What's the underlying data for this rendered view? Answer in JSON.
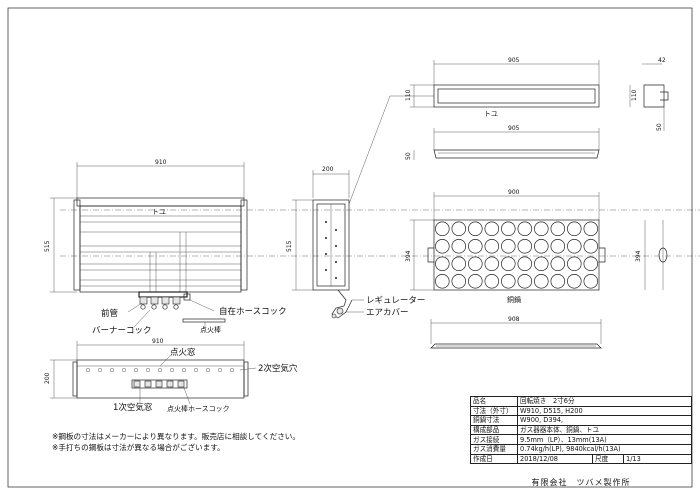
{
  "drawing": {
    "front_view": {
      "width_dim": "910",
      "height_dim": "515",
      "tray_label": "トユ",
      "callouts": {
        "main_pipe": "前管",
        "burner_cock": "バーナーコック",
        "flex_hose_cock": "自在ホースコック",
        "igniter_rod": "点火棒"
      }
    },
    "side_view": {
      "width_dim": "200",
      "height_dim": "515",
      "callouts": {
        "regulator": "レギュレーター",
        "air_cover": "エアカバー"
      }
    },
    "top_view": {
      "width_dim": "910",
      "height_dim": "200",
      "callouts": {
        "ignition_window": "点火窓",
        "secondary_air_hole": "2次空気穴",
        "primary_air_window": "1次空気窓",
        "igniter_hose_cock": "点火棒ホースコック"
      }
    },
    "tray_detail": {
      "width_dim": "905",
      "height_dim": "110",
      "side_width": "42",
      "side_height": "110",
      "side_depth": "50",
      "label": "トユ"
    },
    "lid_detail": {
      "width_dim": "905",
      "height_dim": "50"
    },
    "plate_detail": {
      "width_dim": "900",
      "height_dim": "394",
      "side_height": "394",
      "label": "銅鍋",
      "rows": 4,
      "cols": 10
    },
    "pan_detail": {
      "width_dim": "908"
    }
  },
  "notes": [
    "※鋼板の寸法はメーカーにより異なります。販売店に相談してください。",
    "※手打ちの鋼板は寸法が異なる場合がございます。"
  ],
  "title_block": {
    "rows": [
      {
        "key": "品名",
        "value": "回転焼き　2寸6分"
      },
      {
        "key": "寸法（外寸）",
        "value": "W910, D515, H200"
      },
      {
        "key": "銅鍋寸法",
        "value": "W900, D394,"
      },
      {
        "key": "構成部品",
        "value": "ガス器器本体、銅鍋、トユ"
      },
      {
        "key": "ガス接続",
        "value": "9.5mm（LP）、13mm(13A)"
      },
      {
        "key": "ガス消費量",
        "value": "0.74kg/h(LP), 9840kcal/h(13A)"
      },
      {
        "key": "作成日",
        "value": "2018/12/08",
        "key2": "尺度",
        "value2": "1/13"
      }
    ],
    "maker": "有限会社　ツバメ製作所"
  }
}
